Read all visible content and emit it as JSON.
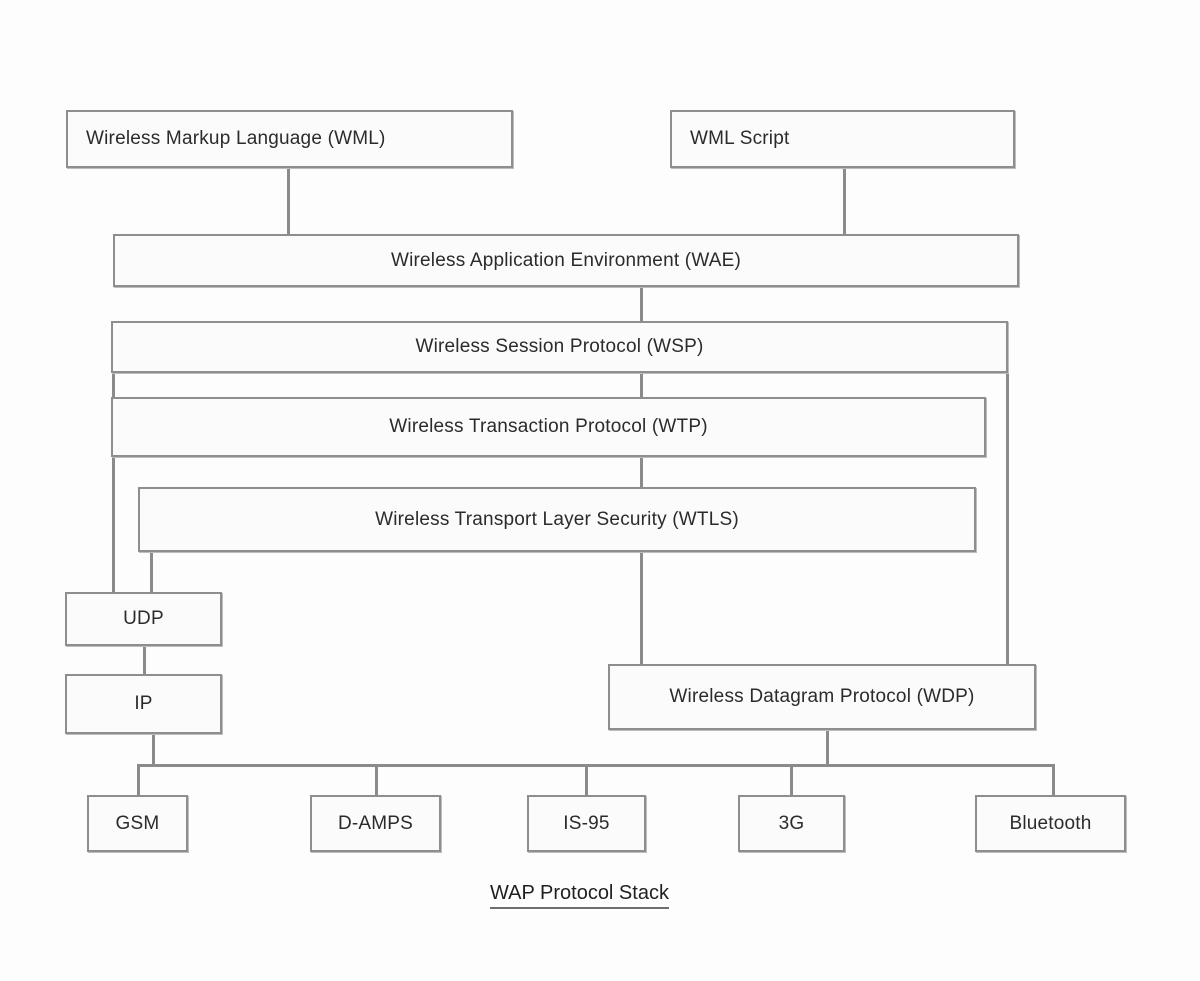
{
  "diagram": {
    "title": "WAP Protocol Stack",
    "caption": "WAP Protocol  Stack",
    "colors": {
      "background": "#fdfdfd",
      "box_fill": "#fbfbfb",
      "box_border": "#8e8e8e",
      "connector": "#8b8b8b",
      "text": "#2b2b2b"
    },
    "nodes": {
      "wml": "Wireless Markup Language (WML)",
      "wml_script": "WML Script",
      "wae": "Wireless Application Environment (WAE)",
      "wsp": "Wireless Session Protocol (WSP)",
      "wtp": "Wireless Transaction Protocol (WTP)",
      "wtls": "Wireless Transport Layer Security (WTLS)",
      "udp": "UDP",
      "ip": "IP",
      "wdp": "Wireless Datagram Protocol (WDP)"
    },
    "bearers": [
      {
        "id": "gsm",
        "label": "GSM"
      },
      {
        "id": "d-amps",
        "label": "D-AMPS"
      },
      {
        "id": "is-95",
        "label": "IS-95"
      },
      {
        "id": "3g",
        "label": "3G"
      },
      {
        "id": "bluetooth",
        "label": "Bluetooth"
      }
    ]
  }
}
